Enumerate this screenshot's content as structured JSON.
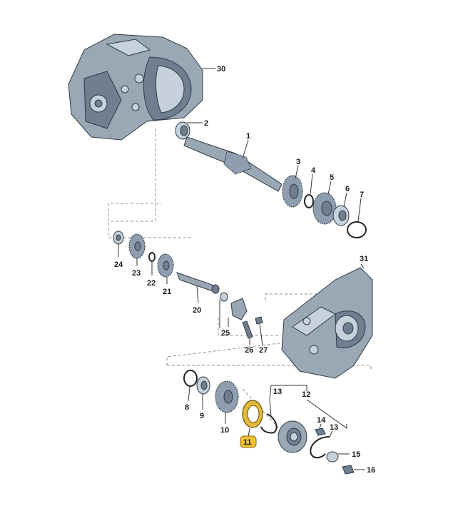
{
  "parts": [
    {
      "id": "30",
      "label": "30"
    },
    {
      "id": "2",
      "label": "2"
    },
    {
      "id": "1",
      "label": "1"
    },
    {
      "id": "3",
      "label": "3"
    },
    {
      "id": "4",
      "label": "4"
    },
    {
      "id": "5",
      "label": "5"
    },
    {
      "id": "6",
      "label": "6"
    },
    {
      "id": "7",
      "label": "7"
    },
    {
      "id": "24",
      "label": "24"
    },
    {
      "id": "23",
      "label": "23"
    },
    {
      "id": "22",
      "label": "22"
    },
    {
      "id": "21",
      "label": "21"
    },
    {
      "id": "20",
      "label": "20"
    },
    {
      "id": "25",
      "label": "25"
    },
    {
      "id": "26",
      "label": "26"
    },
    {
      "id": "27",
      "label": "27"
    },
    {
      "id": "31",
      "label": "31"
    },
    {
      "id": "8",
      "label": "8"
    },
    {
      "id": "9",
      "label": "9"
    },
    {
      "id": "10",
      "label": "10"
    },
    {
      "id": "11",
      "label": "11"
    },
    {
      "id": "13a",
      "label": "13"
    },
    {
      "id": "12",
      "label": "12"
    },
    {
      "id": "14",
      "label": "14"
    },
    {
      "id": "13b",
      "label": "13"
    },
    {
      "id": "15",
      "label": "15"
    },
    {
      "id": "16",
      "label": "16"
    }
  ],
  "highlight": {
    "part": "11",
    "color": "#f2c230"
  }
}
